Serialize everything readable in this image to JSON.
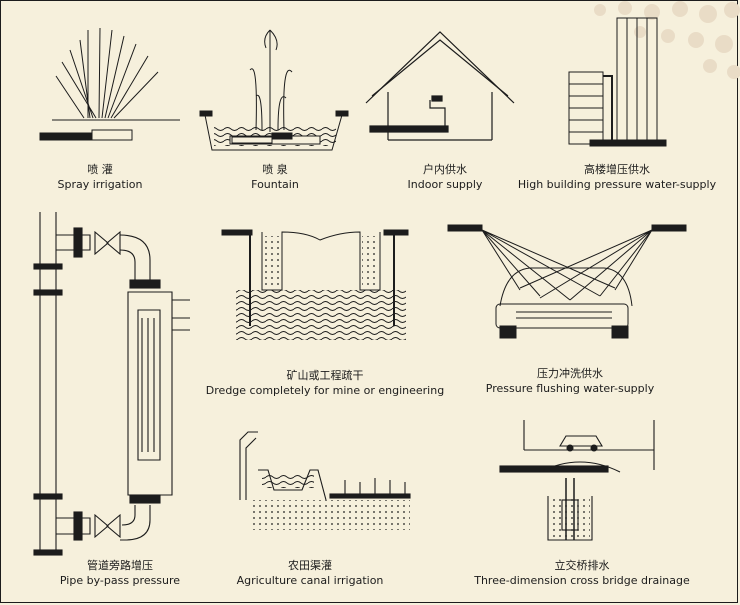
{
  "panels": [
    {
      "id": "spray",
      "zh": "喷 灌",
      "en": "Spray irrigation"
    },
    {
      "id": "fountain",
      "zh": "喷 泉",
      "en": "Fountain"
    },
    {
      "id": "indoor",
      "zh": "户内供水",
      "en": "Indoor supply"
    },
    {
      "id": "highrise",
      "zh": "高楼增压供水",
      "en": "High building pressure water-supply"
    },
    {
      "id": "dredge",
      "zh": "矿山或工程疏干",
      "en": "Dredge completely for mine or engineering"
    },
    {
      "id": "flushing",
      "zh": "压力冲洗供水",
      "en": "Pressure flushing water-supply"
    },
    {
      "id": "bypass",
      "zh": "管道旁路增压",
      "en": "Pipe by-pass pressure"
    },
    {
      "id": "agri",
      "zh": "农田渠灌",
      "en": "Agriculture canal irrigation"
    },
    {
      "id": "bridge",
      "zh": "立交桥排水",
      "en": "Three-dimension cross bridge drainage"
    }
  ],
  "colors": {
    "background": "#f6f0dc",
    "ink": "#1c1c1c",
    "accent_dots": "#e9dcc6"
  }
}
